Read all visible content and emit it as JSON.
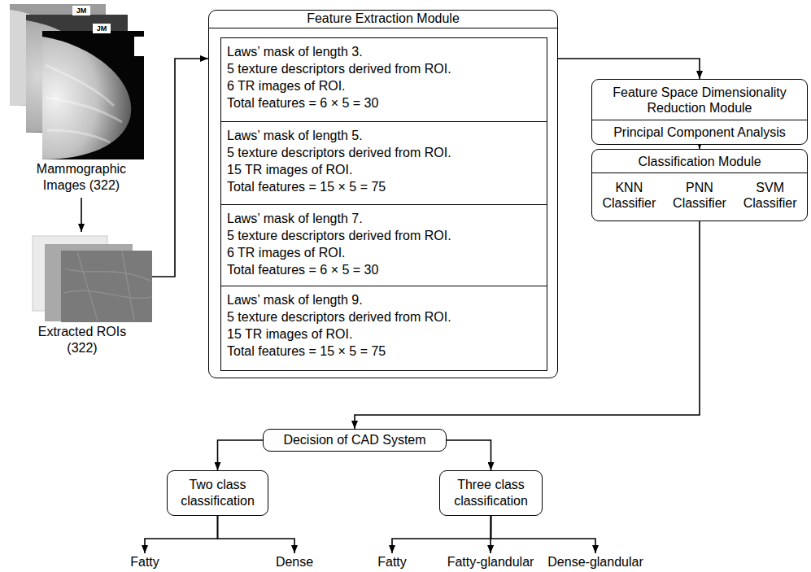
{
  "diagram": {
    "nodes": [
      {
        "text": [
          "Mammographic Images (322)"
        ]
      },
      {
        "text": [
          "Extracted ROIs (322)"
        ]
      },
      {
        "text": [
          "Feature Extraction Module"
        ]
      },
      {
        "text": [
          "Laws’ mask of length 3.",
          "5 texture descriptors derived from ROI.",
          "6 TR images of ROI.",
          "Total features = 6 × 5 = 30"
        ],
        "in": 2
      },
      {
        "text": [
          "Laws’ mask of length 5.",
          "5 texture descriptors derived from ROI.",
          "15 TR images of ROI.",
          "Total features = 15 × 5 = 75"
        ],
        "in": 2
      },
      {
        "text": [
          "Laws’ mask of length 7.",
          "5 texture descriptors derived from ROI.",
          "6 TR images of ROI.",
          "Total features = 6 × 5 = 30"
        ],
        "in": 2
      },
      {
        "text": [
          "Laws’ mask of length 9.",
          "5 texture descriptors derived from ROI.",
          "15 TR images of ROI.",
          "Total features = 15 × 5 = 75"
        ],
        "in": 2
      },
      {
        "text": [
          "Feature Space Dimensionality Reduction Module",
          "Principal Component Analysis"
        ]
      },
      {
        "text": [
          "Classification Module",
          "KNN Classifier",
          "PNN Classifier",
          "SVM Classifier"
        ]
      },
      {
        "text": [
          "Decision of CAD System"
        ]
      },
      {
        "text": [
          "Two class classification"
        ]
      },
      {
        "text": [
          "Three class classification"
        ]
      },
      {
        "text": [
          "Fatty"
        ]
      },
      {
        "text": [
          "Dense"
        ]
      },
      {
        "text": [
          "Fatty"
        ]
      },
      {
        "text": [
          "Fatty-glandular"
        ]
      },
      {
        "text": [
          "Dense-glandular"
        ]
      }
    ],
    "edges": [
      {
        "from": 0,
        "to": 1,
        "arrow": "to"
      },
      {
        "from": 1,
        "to": 2,
        "arrow": "to"
      },
      {
        "from": 2,
        "to": 7,
        "arrow": "to"
      },
      {
        "from": 7,
        "to": 8,
        "arrow": "to"
      },
      {
        "from": 8,
        "to": 9,
        "arrow": "to"
      },
      {
        "from": 9,
        "to": 10,
        "arrow": "to"
      },
      {
        "from": 9,
        "to": 11,
        "arrow": "to"
      },
      {
        "from": 10,
        "to": 12,
        "arrow": "to"
      },
      {
        "from": 10,
        "to": 13,
        "arrow": "to"
      },
      {
        "from": 11,
        "to": 14,
        "arrow": "to"
      },
      {
        "from": 11,
        "to": 15,
        "arrow": "to"
      },
      {
        "from": 11,
        "to": 16,
        "arrow": "to"
      }
    ],
    "labels": [
      "JM",
      "JM"
    ]
  }
}
